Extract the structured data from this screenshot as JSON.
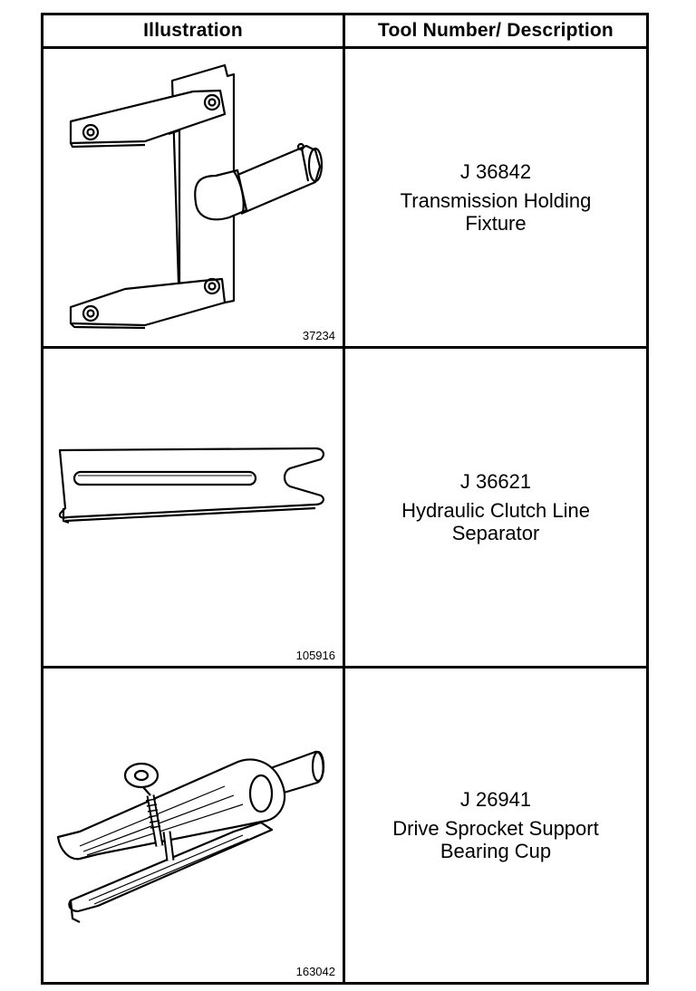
{
  "table": {
    "headers": {
      "illustration": "Illustration",
      "description": "Tool Number/ Description"
    },
    "rows": [
      {
        "figure_number": "37234",
        "tool_number": "J 36842",
        "description": "Transmission Holding Fixture"
      },
      {
        "figure_number": "105916",
        "tool_number": "J 36621",
        "description": "Hydraulic Clutch Line Separator"
      },
      {
        "figure_number": "163042",
        "tool_number": "J 26941",
        "description": "Drive Sprocket Support Bearing Cup"
      }
    ]
  }
}
